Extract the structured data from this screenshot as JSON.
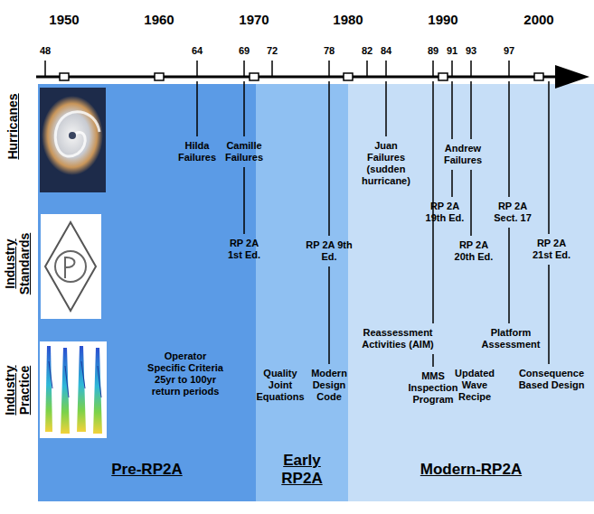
{
  "diagram": {
    "nodes": [
      {
        "text": [
          "Pre-RP2A"
        ]
      },
      {
        "text": [
          "Early RP2A"
        ]
      },
      {
        "text": [
          "Modern-RP2A"
        ]
      }
    ],
    "labels": [
      "1950",
      "1960",
      "1970",
      "1980",
      "1990",
      "2000",
      "48",
      "64",
      "69",
      "72",
      "78",
      "82",
      "84",
      "89",
      "91",
      "93",
      "97",
      "Hurricanes",
      "Industry Standards",
      "Industry Practice",
      "Hilda Failures",
      "Camille Failures",
      "Juan Failures (sudden hurricane)",
      "Andrew Failures",
      "RP 2A 1st Ed.",
      "RP 2A 9th Ed.",
      "RP 2A 19th Ed.",
      "RP 2A 20th Ed.",
      "RP 2A Sect. 17",
      "RP 2A 21st Ed.",
      "Reassessment Activities (AIM)",
      "Platform Assessment",
      "Operator Specific Criteria 25yr to 100yr return periods",
      "Quality Joint Equations",
      "Modern Design Code",
      "MMS Inspection Program",
      "Updated Wave Recipe",
      "Consequence Based Design"
    ]
  }
}
